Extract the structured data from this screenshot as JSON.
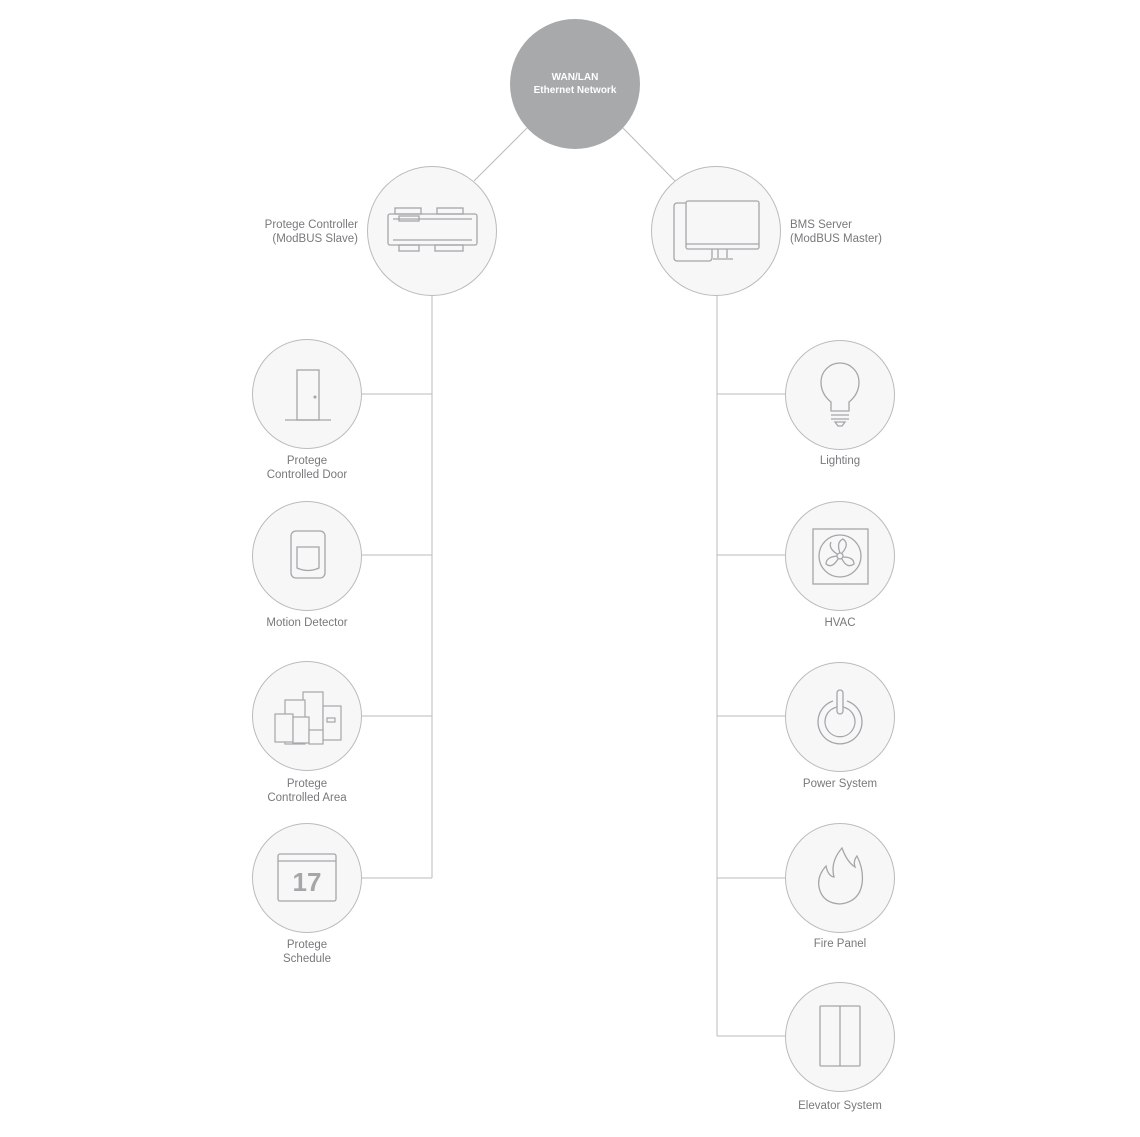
{
  "hub": {
    "line1": "WAN/LAN",
    "line2": "Ethernet Network"
  },
  "controller": {
    "label": [
      "Protege Controller",
      "(ModBUS Slave)"
    ],
    "icon": "controller-module-icon"
  },
  "server": {
    "label": [
      "BMS Server",
      "(ModBUS Master)"
    ],
    "icon": "monitor-icon"
  },
  "left_devices": [
    {
      "label": [
        "Protege",
        "Controlled Door"
      ],
      "icon": "door-icon"
    },
    {
      "label": [
        "Motion Detector"
      ],
      "icon": "motion-sensor-icon"
    },
    {
      "label": [
        "Protege",
        "Controlled Area"
      ],
      "icon": "buildings-icon"
    },
    {
      "label": [
        "Protege",
        "Schedule"
      ],
      "icon": "calendar-icon",
      "calendar_day": "17"
    }
  ],
  "right_devices": [
    {
      "label": [
        "Lighting"
      ],
      "icon": "light-bulb-icon"
    },
    {
      "label": [
        "HVAC"
      ],
      "icon": "fan-icon"
    },
    {
      "label": [
        "Power System"
      ],
      "icon": "power-icon"
    },
    {
      "label": [
        "Fire Panel"
      ],
      "icon": "flame-icon"
    },
    {
      "label": [
        "Elevator System"
      ],
      "icon": "elevator-door-icon"
    }
  ],
  "colors": {
    "hub_fill": "#a7a9ab",
    "node_fill": "#f7f7f8",
    "node_border": "#b9bbbd",
    "line": "#b9bbbd",
    "icon_stroke": "#a4a6a8",
    "label_text": "#77797b"
  }
}
